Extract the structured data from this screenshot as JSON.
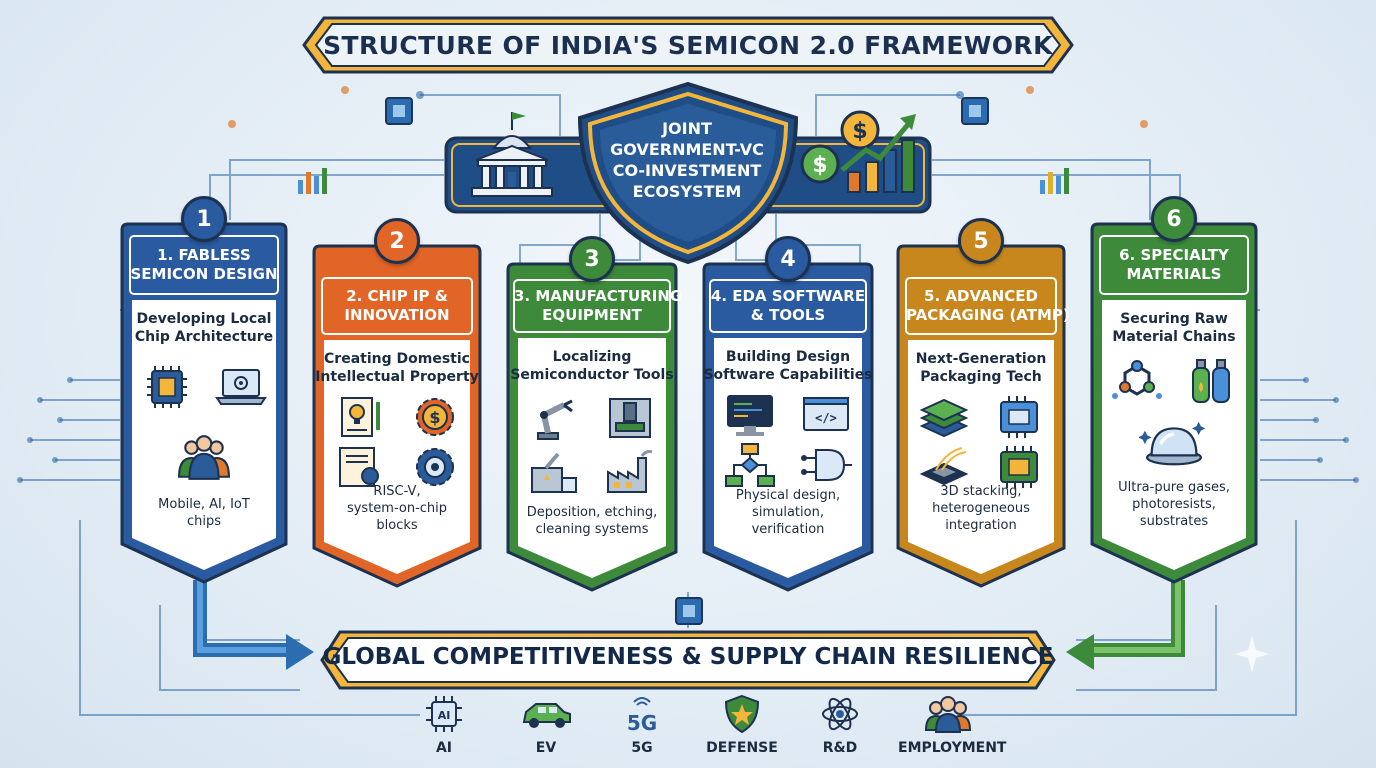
{
  "title": "STRUCTURE OF INDIA'S SEMICON 2.0 FRAMEWORK",
  "hub": {
    "lines": [
      "JOINT",
      "GOVERNMENT-VC",
      "CO-INVESTMENT",
      "ECOSYSTEM"
    ]
  },
  "pillars": [
    {
      "number": "1",
      "title": [
        "1. FABLESS",
        "SEMICON DESIGN"
      ],
      "subtitle": [
        "Developing Local",
        "Chip Architecture"
      ],
      "desc": [
        "Mobile, AI, IoT",
        "chips"
      ],
      "color": "#2a5aa0",
      "icons": [
        "chip-icon",
        "laptop-icon",
        "team-icon"
      ]
    },
    {
      "number": "2",
      "title": [
        "2. CHIP IP &",
        "INNOVATION"
      ],
      "subtitle": [
        "Creating Domestic",
        "Intellectual Property"
      ],
      "desc": [
        "RISC-V,",
        "system-on-chip",
        "blocks"
      ],
      "color": "#e06526",
      "icons": [
        "idea-scroll-icon",
        "dollar-gear-icon",
        "certificate-icon",
        "gear-icon"
      ]
    },
    {
      "number": "3",
      "title": [
        "3. MANUFACTURING",
        "EQUIPMENT"
      ],
      "subtitle": [
        "Localizing",
        "Semiconductor Tools"
      ],
      "desc": [
        "Deposition, etching,",
        "cleaning systems"
      ],
      "color": "#3c8a3a",
      "icons": [
        "robot-arm-icon",
        "press-machine-icon",
        "cleanroom-tool-icon",
        "factory-icon"
      ]
    },
    {
      "number": "4",
      "title": [
        "4. EDA SOFTWARE",
        "& TOOLS"
      ],
      "subtitle": [
        "Building Design",
        "Software Capabilities"
      ],
      "desc": [
        "Physical design,",
        "simulation,",
        "verification"
      ],
      "color": "#2a5aa0",
      "icons": [
        "monitor-code-icon",
        "code-window-icon",
        "flowchart-icon",
        "logic-gate-icon"
      ]
    },
    {
      "number": "5",
      "title": [
        "5. ADVANCED",
        "PACKAGING (ATMP)"
      ],
      "subtitle": [
        "Next-Generation",
        "Packaging Tech"
      ],
      "desc": [
        "3D stacking,",
        "heterogeneous",
        "integration"
      ],
      "color": "#c7871c",
      "icons": [
        "stacked-chips-icon",
        "chip-package-icon",
        "wire-bond-icon",
        "processor-icon"
      ]
    },
    {
      "number": "6",
      "title": [
        "6. SPECIALTY",
        "MATERIALS"
      ],
      "subtitle": [
        "Securing Raw",
        "Material Chains"
      ],
      "desc": [
        "Ultra-pure gases,",
        "photoresists,",
        "substrates"
      ],
      "color": "#3c8a3a",
      "icons": [
        "molecule-icon",
        "gas-cylinder-icon",
        "wafer-dome-icon"
      ]
    }
  ],
  "outcome_bar": "GLOBAL COMPETITIVENESS & SUPPLY CHAIN RESILIENCE",
  "outcomes": [
    {
      "label": "AI",
      "icon": "ai-chip-icon"
    },
    {
      "label": "EV",
      "icon": "car-icon"
    },
    {
      "label": "5G",
      "icon": "5g-icon",
      "glyph": "5G"
    },
    {
      "label": "DEFENSE",
      "icon": "shield-star-icon"
    },
    {
      "label": "R&D",
      "icon": "atom-icon"
    },
    {
      "label": "EMPLOYMENT",
      "icon": "people-icon"
    }
  ],
  "hub_icons": [
    "government-building-icon",
    "investment-growth-icon",
    "shield-icon"
  ]
}
